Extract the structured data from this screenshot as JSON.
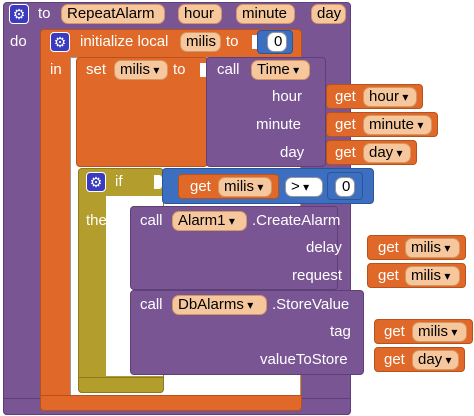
{
  "procedure": {
    "to_label": "to",
    "name": "RepeatAlarm",
    "params": [
      "hour",
      "minute",
      "day"
    ],
    "do_label": "do"
  },
  "init_local": {
    "label": "initialize local",
    "var_name": "milis",
    "to_label": "to",
    "value": "0",
    "in_label": "in"
  },
  "set_block": {
    "set_label": "set",
    "var_name": "milis",
    "to_label": "to",
    "call_label": "call",
    "component": "Time",
    "args": [
      {
        "label": "hour",
        "get_label": "get",
        "var": "hour"
      },
      {
        "label": "minute",
        "get_label": "get",
        "var": "minute"
      },
      {
        "label": "day",
        "get_label": "get",
        "var": "day"
      }
    ]
  },
  "if_block": {
    "if_label": "if",
    "then_label": "then",
    "get_label": "get",
    "var": "milis",
    "operator": ">",
    "compare_value": "0"
  },
  "alarm_call": {
    "call_label": "call",
    "component": "Alarm1",
    "method": ".CreateAlarm",
    "args": [
      {
        "label": "delay",
        "get_label": "get",
        "var": "milis"
      },
      {
        "label": "request",
        "get_label": "get",
        "var": "milis"
      }
    ]
  },
  "db_call": {
    "call_label": "call",
    "component": "DbAlarms",
    "method": ".StoreValue",
    "args": [
      {
        "label": "tag",
        "get_label": "get",
        "var": "milis"
      },
      {
        "label": "valueToStore",
        "get_label": "get",
        "var": "day"
      }
    ]
  },
  "colors": {
    "procedure": "#7a5594",
    "variable": "#e0692a",
    "control": "#b39d2c",
    "math": "#3c6fc0",
    "field": "#f6c79c"
  },
  "icons": [
    "gear-icon",
    "dropdown-arrow-icon"
  ]
}
